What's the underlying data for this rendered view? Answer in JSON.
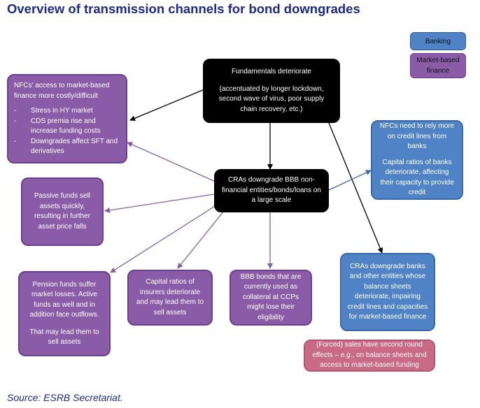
{
  "title": "Overview of transmission channels for bond downgrades",
  "source": "Source: ESRB Secretariat.",
  "legend": {
    "banking": "Banking",
    "market_based": "Market-based finance"
  },
  "colors": {
    "purple": "#8a5ca8",
    "blue": "#4f83c6",
    "black": "#000000",
    "pink": "#c96a86",
    "title": "#1b2a8c"
  },
  "nodes": {
    "fundamentals": {
      "line1": "Fundamentals deteriorate",
      "line2": "(accentuated by longer lockdown, second wave of virus, poor supply chain recovery, etc.)"
    },
    "cras_bbb": {
      "text": "CRAs downgrade BBB non-financial entities/bonds/loans on a large scale"
    },
    "nfcs_access": {
      "heading": "NFCs' access to market-based finance more costly/difficult",
      "bullets": [
        "Stress in HY market",
        "CDS premia rise and increase funding costs",
        "Downgrades affect SFT and derivatives"
      ]
    },
    "passive_funds": {
      "text": "Passive funds sell assets quickly, resulting in further asset price falls"
    },
    "pension_funds": {
      "text1": "Pension funds suffer market losses. Active funds as well and in addition face outflows.",
      "text2": "That may lead them to sell assets"
    },
    "insurers": {
      "text": "Capital ratios of insurers deteriorate and may lead them to sell assets"
    },
    "bbb_collateral": {
      "text": "BBB bonds that are currently used as collateral at CCPs might lose their eligibility"
    },
    "nfcs_credit": {
      "text1": "NFCs need to rely more on credit lines from banks",
      "text2": "Capital ratios of banks deteriorate, affecting their capacity to provide credit"
    },
    "cras_banks": {
      "text": "CRAs downgrade banks and other entities whose balance sheets deteriorate, impairing credit lines and capacities for market-based finance"
    },
    "forced_sales": {
      "pre": "(Forced) sales have second round effects – ",
      "eg": "e.g.",
      "post": ", on balance sheets and access to market-based funding"
    }
  }
}
